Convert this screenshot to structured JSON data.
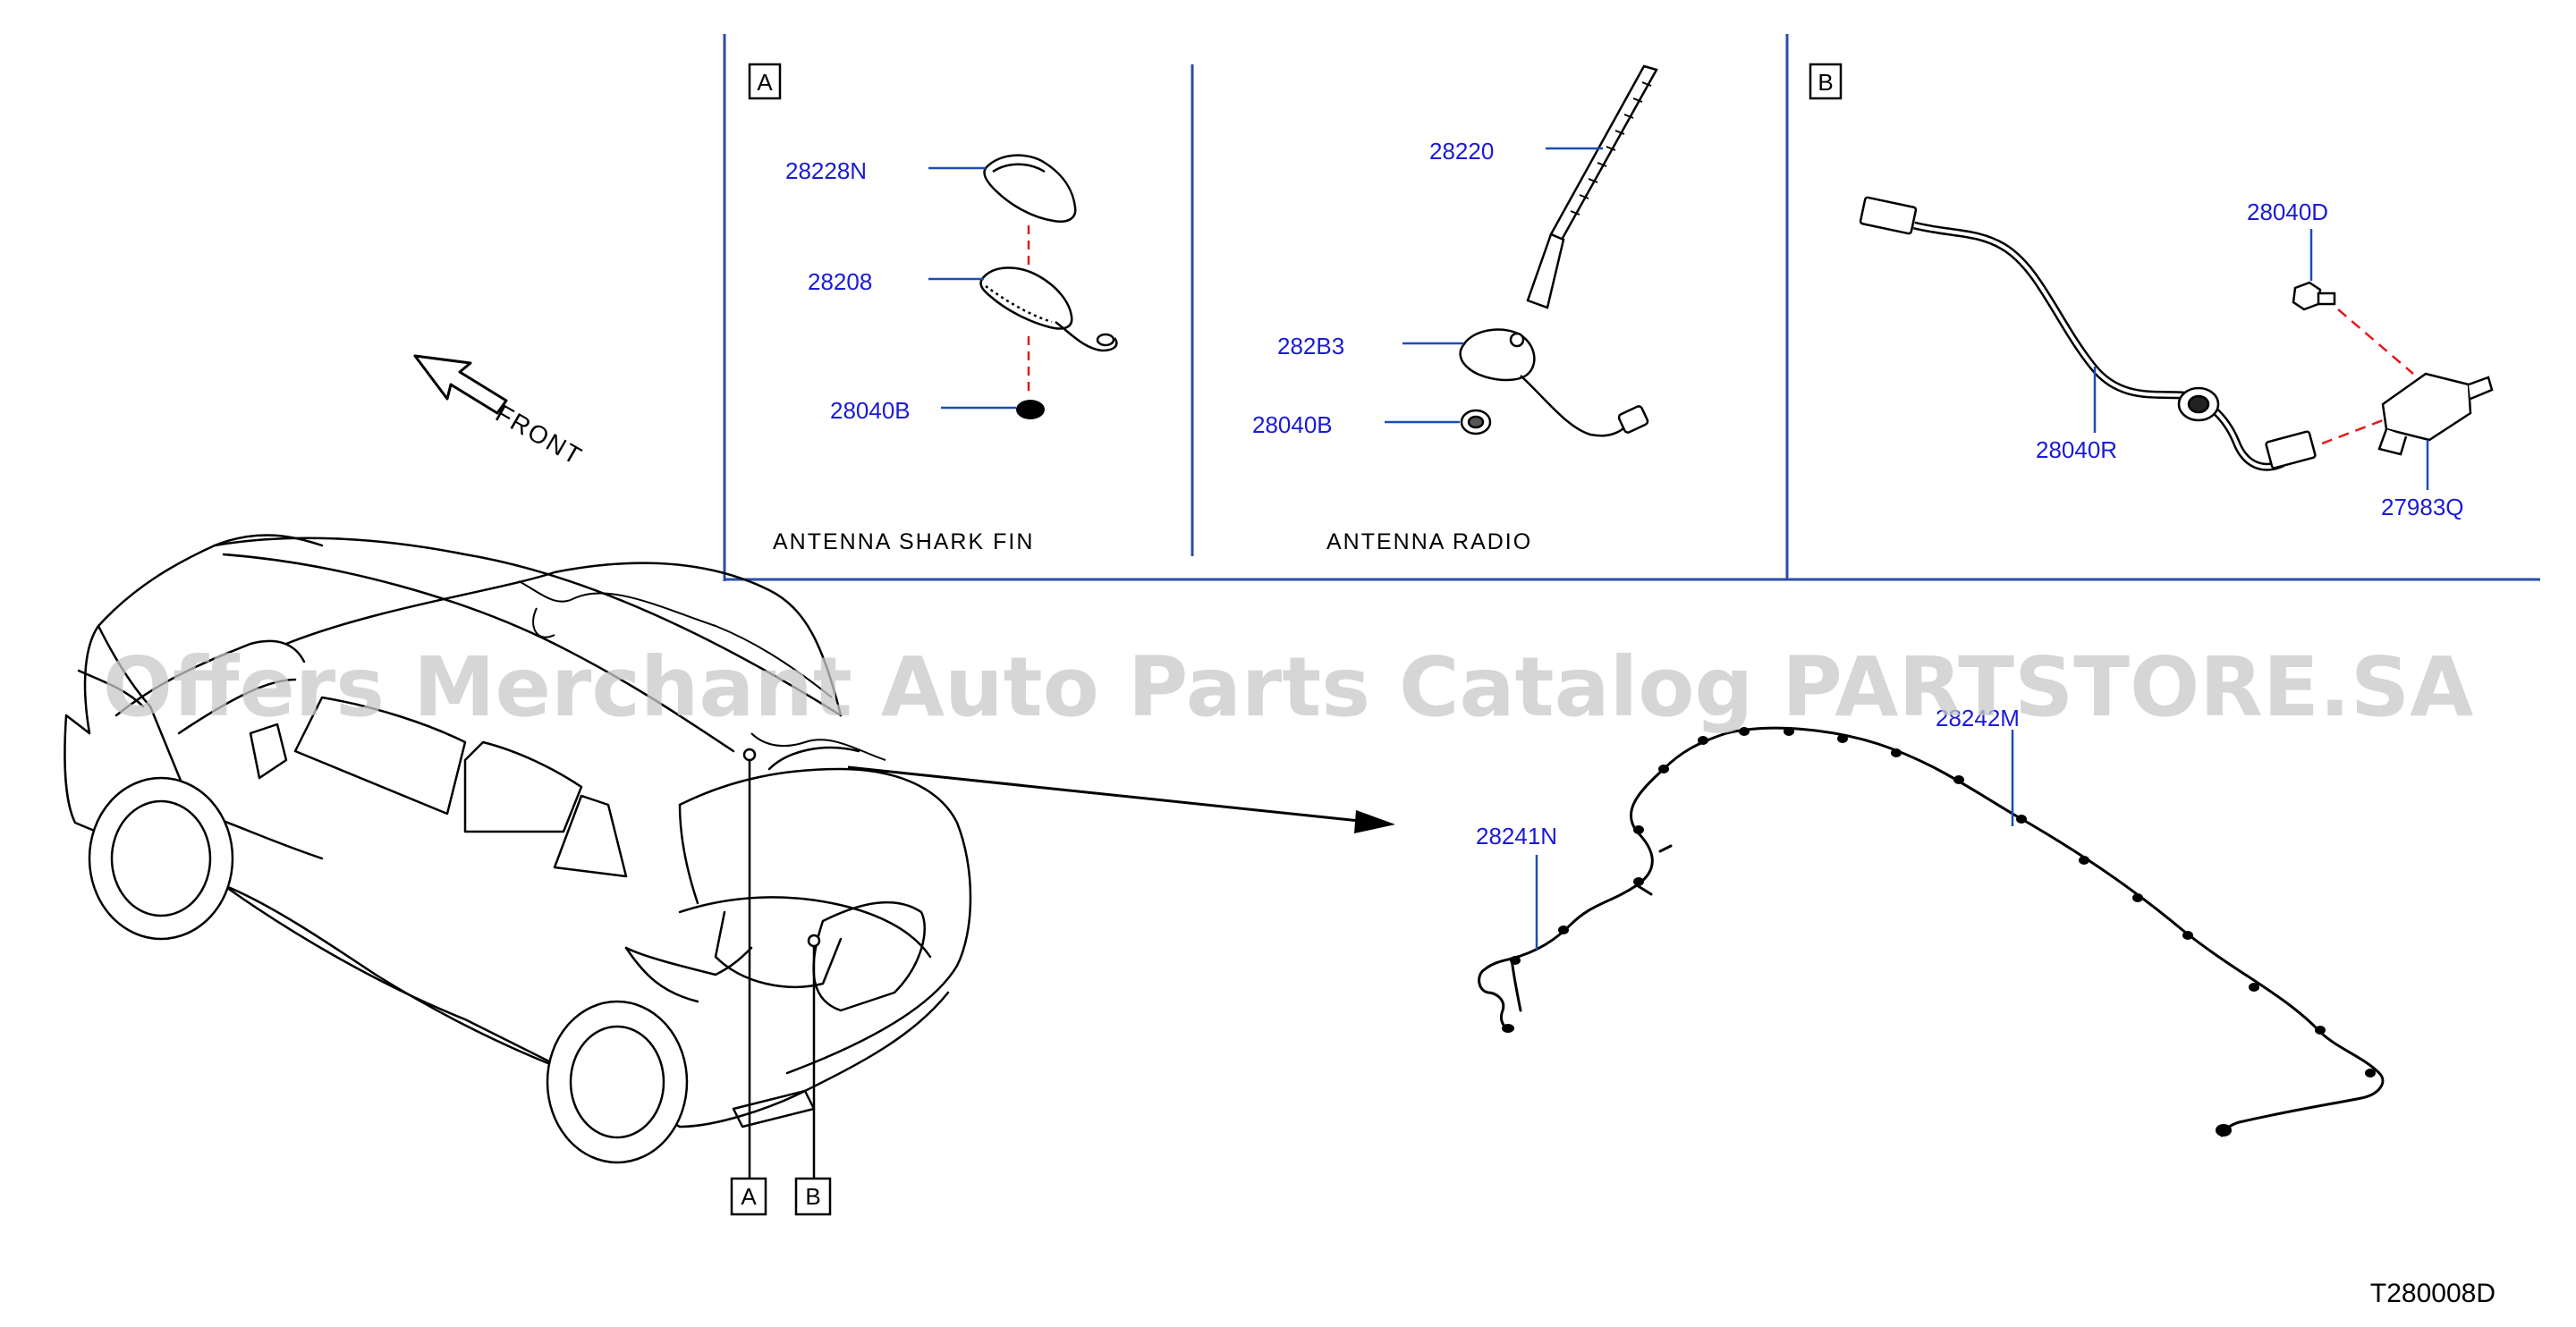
{
  "watermark": "Offers Merchant Auto Parts Catalog PARTSTORE.SA",
  "diagram_id": "T280008D",
  "front_label": "FRONT",
  "boxes": {
    "a": "A",
    "b": "B"
  },
  "captions": {
    "shark_fin": "ANTENNA   SHARK   FIN",
    "radio": "ANTENNA   RADIO"
  },
  "parts": {
    "p28228N": "28228N",
    "p28208": "28208",
    "p28040B_a": "28040B",
    "p28220": "28220",
    "p282B3": "282B3",
    "p28040B_b": "28040B",
    "p28040D": "28040D",
    "p28040R": "28040R",
    "p27983Q": "27983Q",
    "p28241N": "28241N",
    "p28242M": "28242M"
  },
  "colors": {
    "label": "#1a1ad6",
    "leader": "#1a4fb0",
    "frame": "#2a4da6",
    "dashed_link": "#e01b1b",
    "line": "#000000"
  }
}
